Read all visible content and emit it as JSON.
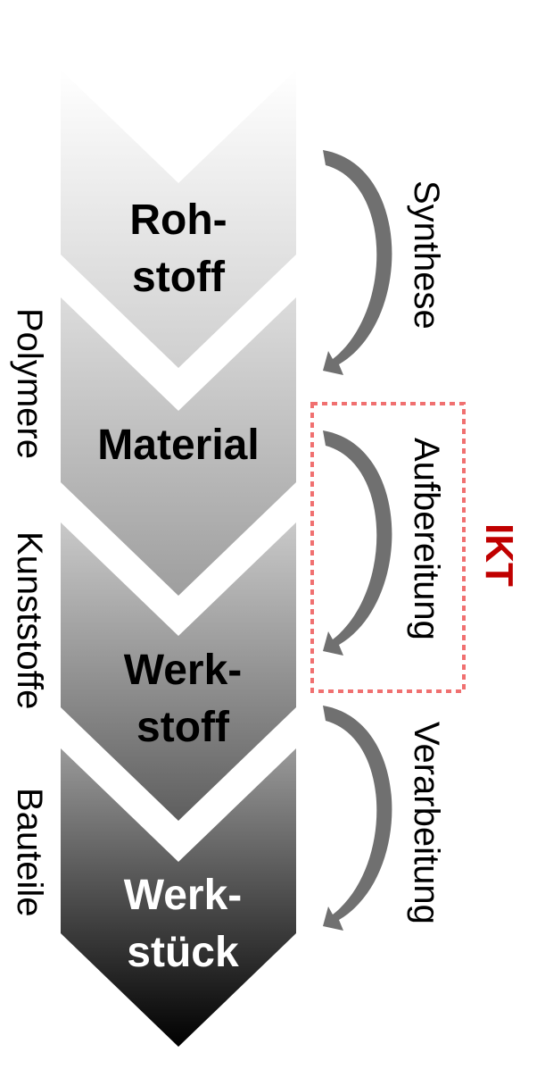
{
  "stages": [
    {
      "line1": "Roh-",
      "line2": "stoff"
    },
    {
      "line1": "Material",
      "line2": ""
    },
    {
      "line1": "Werk-",
      "line2": "stoff"
    },
    {
      "line1": "Werk-",
      "line2": "stück"
    }
  ],
  "left_labels": [
    "Polymere",
    "Kunststoffe",
    "Bauteile"
  ],
  "processes": [
    "Synthese",
    "Aufbereitung",
    "Verarbeitung"
  ],
  "highlight": {
    "label": "IKT",
    "color": "#c00000",
    "box_color": "#f07070"
  }
}
